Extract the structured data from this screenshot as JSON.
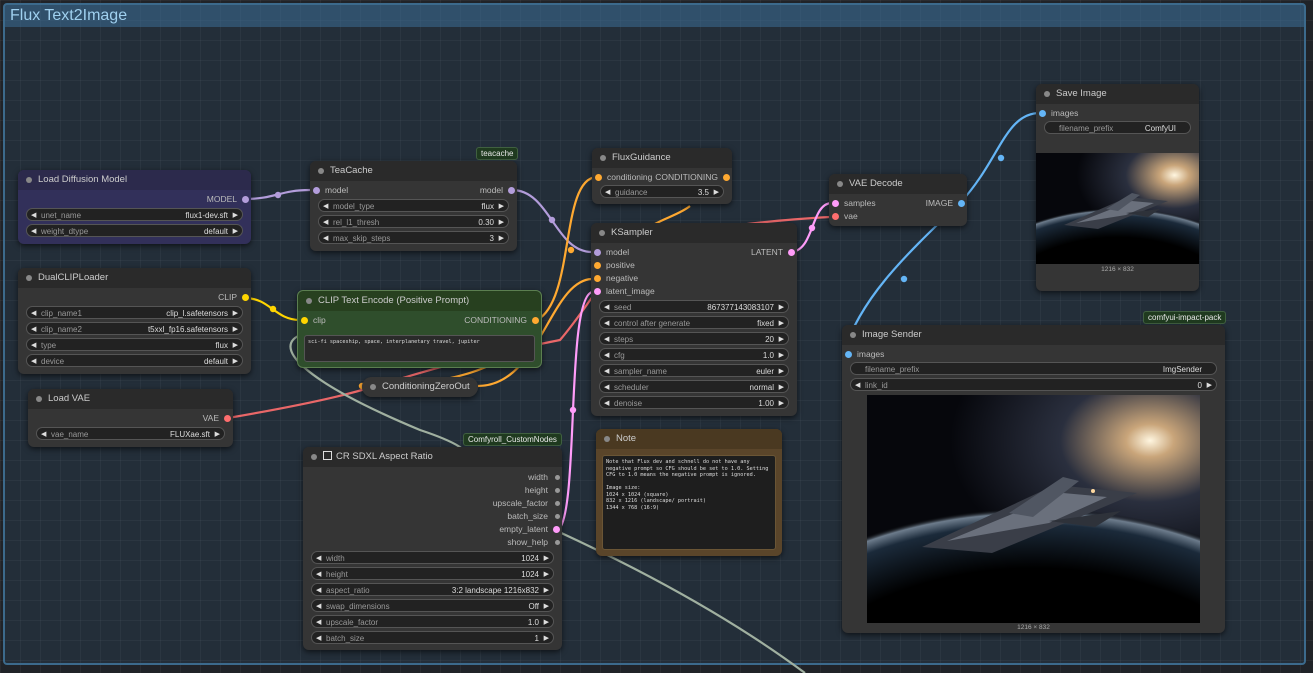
{
  "group": {
    "title": "Flux Text2Image"
  },
  "colors": {
    "model": "#b39ddb",
    "clip": "#ffd500",
    "conditioning": "#ffa931",
    "latent": "#ff9cf9",
    "vae": "#ff6e6e",
    "image": "#64b5f6",
    "other": "#a0b0a0"
  },
  "badges": {
    "teacache": "teacache",
    "impact": "comfyui-impact-pack",
    "crnodes": "Comfyroll_CustomNodes"
  },
  "load_diffusion": {
    "title": "Load Diffusion Model",
    "out_model": "MODEL",
    "unet_name_label": "unet_name",
    "unet_name": "flux1-dev.sft",
    "weight_dtype_label": "weight_dtype",
    "weight_dtype": "default"
  },
  "teacache": {
    "title": "TeaCache",
    "in_model": "model",
    "out_model": "model",
    "model_type_label": "model_type",
    "model_type": "flux",
    "rel_label": "rel_l1_thresh",
    "rel": "0.30",
    "steps_label": "max_skip_steps",
    "steps": "3"
  },
  "dualclip": {
    "title": "DualCLIPLoader",
    "out_clip": "CLIP",
    "clip1_label": "clip_name1",
    "clip1": "clip_l.safetensors",
    "clip2_label": "clip_name2",
    "clip2": "t5xxl_fp16.safetensors",
    "type_label": "type",
    "type": "flux",
    "device_label": "device",
    "device": "default"
  },
  "load_vae": {
    "title": "Load VAE",
    "out_vae": "VAE",
    "vae_name_label": "vae_name",
    "vae_name": "FLUXae.sft"
  },
  "clip_encode": {
    "title": "CLIP Text Encode (Positive Prompt)",
    "in_clip": "clip",
    "out_cond": "CONDITIONING",
    "text": "sci-fi spaceship, space, interplanetary travel, jupiter"
  },
  "zero_out": {
    "title": "ConditioningZeroOut"
  },
  "flux_guidance": {
    "title": "FluxGuidance",
    "in_cond": "conditioning",
    "out_cond": "CONDITIONING",
    "guidance_label": "guidance",
    "guidance": "3.5"
  },
  "ksampler": {
    "title": "KSampler",
    "in_model": "model",
    "in_positive": "positive",
    "in_negative": "negative",
    "in_latent": "latent_image",
    "out_latent": "LATENT",
    "seed_label": "seed",
    "seed": "867377143083107",
    "cag_label": "control after generate",
    "cag": "fixed",
    "steps_label": "steps",
    "steps": "20",
    "cfg_label": "cfg",
    "cfg": "1.0",
    "sampler_label": "sampler_name",
    "sampler": "euler",
    "scheduler_label": "scheduler",
    "scheduler": "normal",
    "denoise_label": "denoise",
    "denoise": "1.00"
  },
  "vae_decode": {
    "title": "VAE Decode",
    "in_samples": "samples",
    "in_vae": "vae",
    "out_image": "IMAGE"
  },
  "save_image": {
    "title": "Save Image",
    "in_images": "images",
    "prefix_label": "filename_prefix",
    "prefix": "ComfyUI",
    "caption": "1216 × 832"
  },
  "image_sender": {
    "title": "Image Sender",
    "in_images": "images",
    "prefix_label": "filename_prefix",
    "prefix": "ImgSender",
    "link_label": "link_id",
    "link": "0",
    "caption": "1216 × 832"
  },
  "note": {
    "title": "Note",
    "text": "Note that Flux dev and schnell do not have any negative prompt so CFG should be set to 1.0. Setting CFG to 1.0 means the negative prompt is ignored.\n\nImage size:\n1024 x 1024 (square)\n832 x 1216 (landscape/ portrait)\n1344 x 768 (16:9)"
  },
  "aspect": {
    "title": "CR SDXL Aspect Ratio",
    "out_width": "width",
    "out_height": "height",
    "out_upscale": "upscale_factor",
    "out_batch": "batch_size",
    "out_latent": "empty_latent",
    "out_help": "show_help",
    "width_label": "width",
    "width": "1024",
    "height_label": "height",
    "height": "1024",
    "ar_label": "aspect_ratio",
    "ar": "3:2 landscape 1216x832",
    "swap_label": "swap_dimensions",
    "swap": "Off",
    "upscale_label": "upscale_factor",
    "upscale": "1.0",
    "batch_label": "batch_size",
    "batch": "1"
  }
}
